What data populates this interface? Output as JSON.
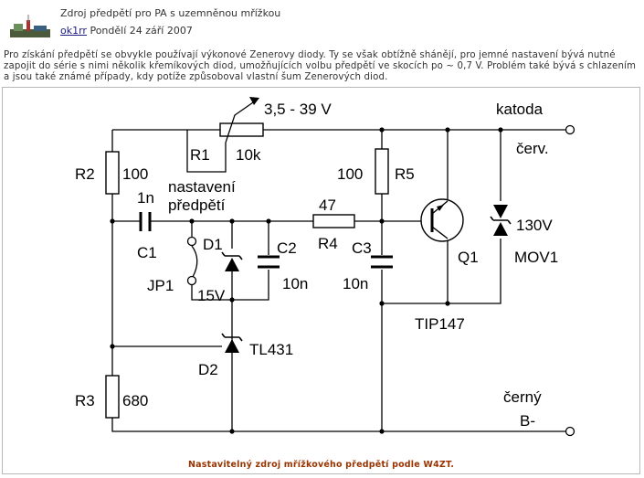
{
  "post": {
    "title": "Zdroj předpětí pro PA s uzemněnou mřížkou",
    "author": "ok1rr",
    "date": "Pondělí 24 září 2007"
  },
  "intro_text": "Pro získání předpětí se obvykle používají výkonové Zenerovy diody. Ty se však obtížně shánějí, pro jemné nastavení bývá nutné zapojit do série s nimi několik křemíkových diod, umožňujících volbu předpětí ve skocích po ~ 0,7 V. Problém také bývá s chlazením a jsou také známé případy, kdy potíže způsoboval vlastní šum Zenerových diod.",
  "schematic": {
    "labels": {
      "voltage_range": "3,5 - 39 V",
      "katoda": "katoda",
      "cerv": "červ.",
      "r1": "R1",
      "r1_value": "10k",
      "r2": "R2",
      "r2_value": "100",
      "r5_value": "100",
      "r5": "R5",
      "c1_value": "1n",
      "c1": "C1",
      "nastaveni": "nastavení",
      "predpeti": "předpětí",
      "r4_value": "47",
      "r4": "R4",
      "d1": "D1",
      "c2": "C2",
      "c2_value": "10n",
      "c3": "C3",
      "c3_value": "10n",
      "jp1": "JP1",
      "jp1_value": "15V",
      "q1": "Q1",
      "tip147": "TIP147",
      "mov_value": "130V",
      "mov1": "MOV1",
      "tl431": "TL431",
      "d2": "D2",
      "r3": "R3",
      "r3_value": "680",
      "cerny": "černý",
      "b_minus": "B-"
    }
  },
  "caption": "Nastavitelný zdroj mřížkového předpětí podle W4ZT."
}
